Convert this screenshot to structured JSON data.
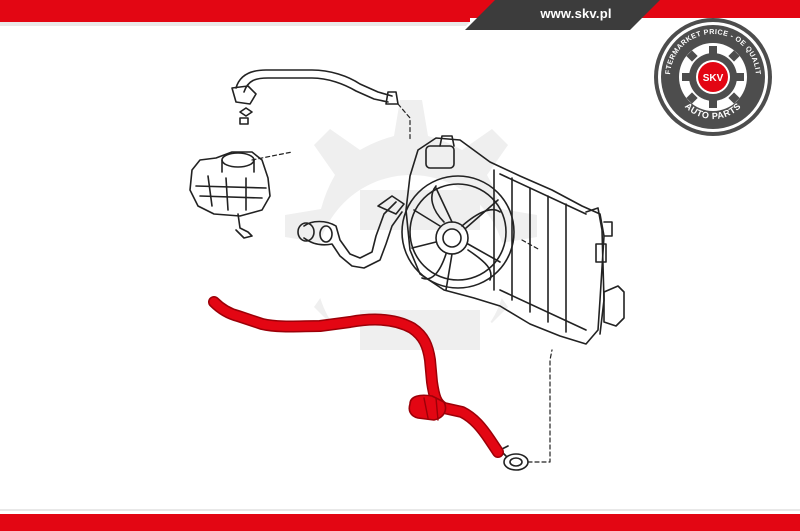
{
  "header": {
    "website": "www.skv.pl"
  },
  "logo": {
    "ring_text": "AFTERMARKET PRICE - OE QUALITY",
    "center_text": "SKV",
    "bottom_text": "AUTO PARTS",
    "colors": {
      "ring": "#4d4d4d",
      "accent": "#e30613",
      "bg": "#ffffff"
    }
  },
  "diagram": {
    "highlighted_part": "radiator-hose",
    "highlight_color": "#e30613",
    "line_color": "#222222",
    "watermark_color": "#ececec"
  },
  "colors": {
    "brand_red": "#e30613",
    "brand_dark": "#3c3c3c"
  }
}
